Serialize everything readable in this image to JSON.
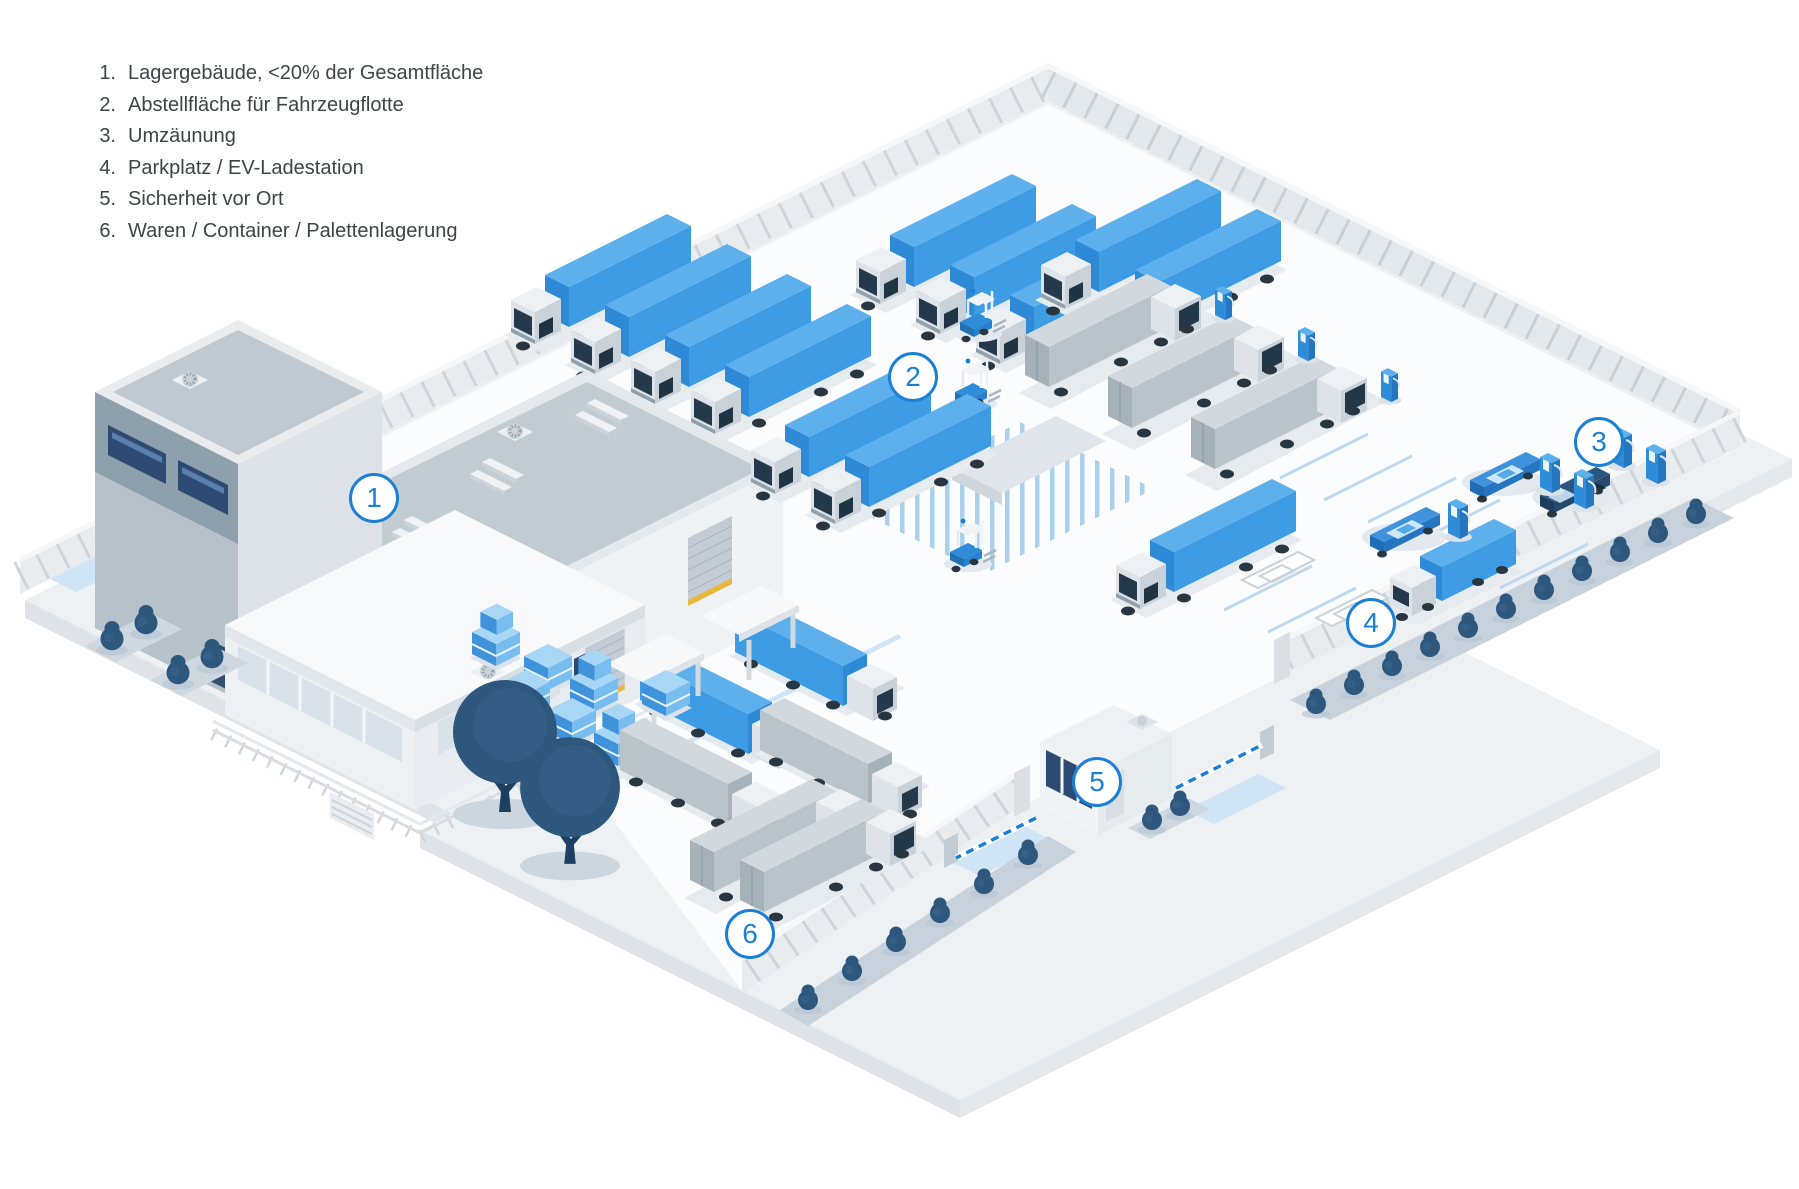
{
  "legend": {
    "items": [
      {
        "num": "1.",
        "label": "Lagergebäude, <20% der Gesamtfläche"
      },
      {
        "num": "2.",
        "label": "Abstellfläche für Fahrzeugflotte"
      },
      {
        "num": "3.",
        "label": "Umzäunung"
      },
      {
        "num": "4.",
        "label": "Parkplatz / EV-Ladestation"
      },
      {
        "num": "5.",
        "label": "Sicherheit vor Ort"
      },
      {
        "num": "6.",
        "label": "Waren / Container / Palettenlagerung"
      }
    ]
  },
  "markers": [
    {
      "num": "1"
    },
    {
      "num": "2"
    },
    {
      "num": "3"
    },
    {
      "num": "4"
    },
    {
      "num": "5"
    },
    {
      "num": "6"
    }
  ],
  "colors": {
    "accent": "#1b7fd6",
    "trailer_blue": "#3e9ce4",
    "trailer_blue_top": "#5db0ec",
    "navy_green": "#2e577d",
    "fence": "#e8ecef",
    "roof_gray": "#c2ccd3"
  }
}
